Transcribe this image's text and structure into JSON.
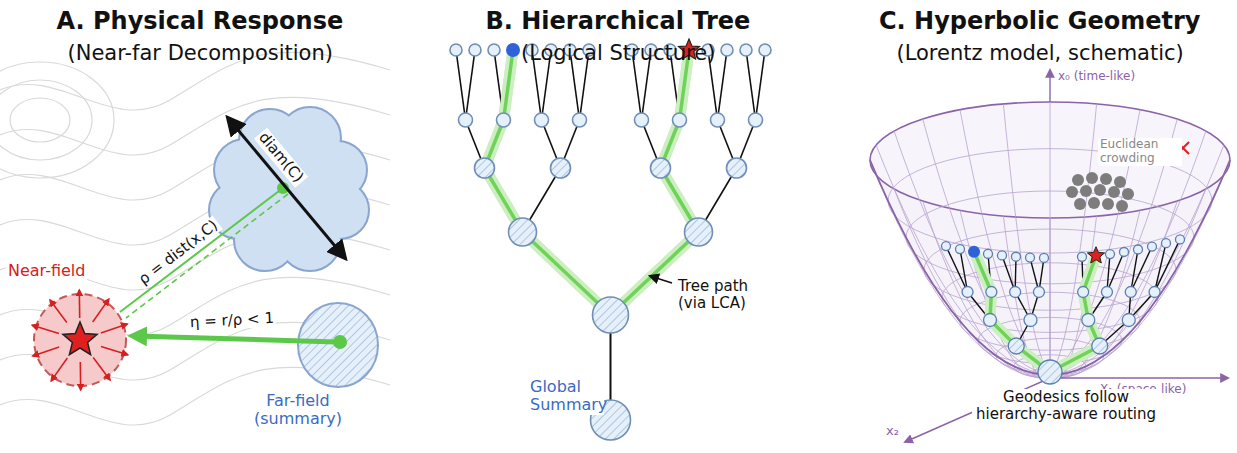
{
  "diagram": {
    "labels": [
      "A. Physical Response",
      "(Near-far Decomposition)",
      "diam(C)",
      "ρ = dist(x,C)",
      "Near-field",
      "η = r/ρ < 1",
      "Far-field (summary)",
      "B. Hierarchical Tree",
      "(Logical Structure)",
      "Tree path (via LCA)",
      "Global Summary",
      "C. Hyperbolic Geometry",
      "(Lorentz model, schematic)",
      "x₀ (time-like)",
      "Euclidean crowding",
      "X₁ (space-like)",
      "x₂",
      "Geodesics follow hierarchy-aware routing"
    ]
  }
}
